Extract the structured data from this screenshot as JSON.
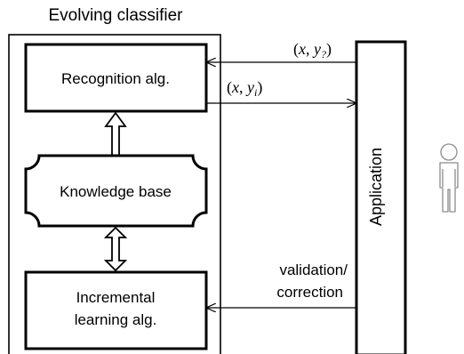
{
  "diagram": {
    "title": "Evolving classifier",
    "recognition_label": "Recognition alg.",
    "knowledge_label": "Knowledge base",
    "incremental_line1": "Incremental",
    "incremental_line2": "learning alg.",
    "application_label": "Application",
    "query_label": {
      "open": "(",
      "x": "x",
      "comma": ", ",
      "y": "y",
      "subscript": "?",
      "close": ")"
    },
    "answer_label": {
      "open": "(",
      "x": "x",
      "comma": ", ",
      "y": "y",
      "subscript": "i",
      "close": ")"
    },
    "feedback_line1": "validation/",
    "feedback_line2": "correction",
    "user_icon": "person-icon",
    "colors": {
      "stroke": "#000000",
      "user_icon": "#8c8c8c",
      "background": "#ffffff"
    }
  }
}
